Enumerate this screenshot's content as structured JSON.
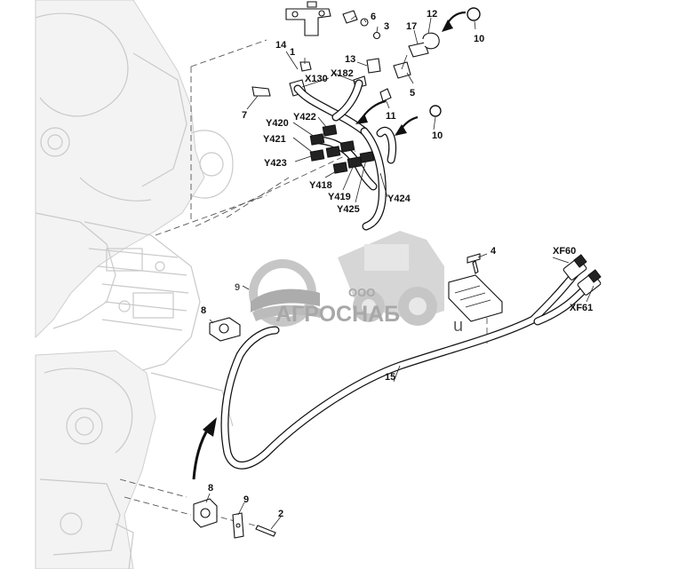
{
  "callouts": {
    "c1": "1",
    "c2": "2",
    "c3": "3",
    "c4": "4",
    "c5": "5",
    "c6": "6",
    "c7": "7",
    "c8a": "8",
    "c8b": "8",
    "c9a": "9",
    "c9b": "9",
    "c10a": "10",
    "c10b": "10",
    "c11": "11",
    "c12": "12",
    "c13": "13",
    "c14": "14",
    "c15": "15",
    "c17": "17"
  },
  "connectors": {
    "x130": "X130",
    "x182": "X182",
    "y418": "Y418",
    "y419": "Y419",
    "y420": "Y420",
    "y421": "Y421",
    "y422": "Y422",
    "y423": "Y423",
    "y424": "Y424",
    "y425": "Y425",
    "xf60": "XF60",
    "xf61": "XF61"
  },
  "watermark": {
    "company_prefix": "ООО",
    "company_name": "АГРОСНАБ",
    "suffix": "u"
  },
  "colors": {
    "line": "#111111",
    "ghost": "#c9c9c9",
    "watermark": "#9a9a9a"
  }
}
